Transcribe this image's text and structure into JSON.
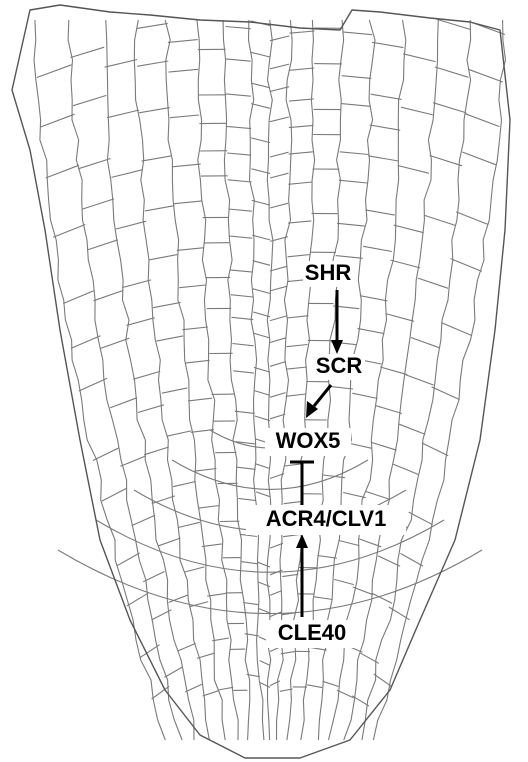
{
  "diagram": {
    "labels": {
      "shr": "SHR",
      "scr": "SCR",
      "wox5": "WOX5",
      "acr4_clv1": "ACR4/CLV1",
      "cle40": "CLE40"
    },
    "edges": [
      {
        "from": "SHR",
        "to": "SCR",
        "type": "activation"
      },
      {
        "from": "SCR",
        "to": "WOX5",
        "type": "activation"
      },
      {
        "from": "ACR4/CLV1",
        "to": "WOX5",
        "type": "inhibition"
      },
      {
        "from": "CLE40",
        "to": "ACR4/CLV1",
        "type": "activation"
      }
    ]
  }
}
